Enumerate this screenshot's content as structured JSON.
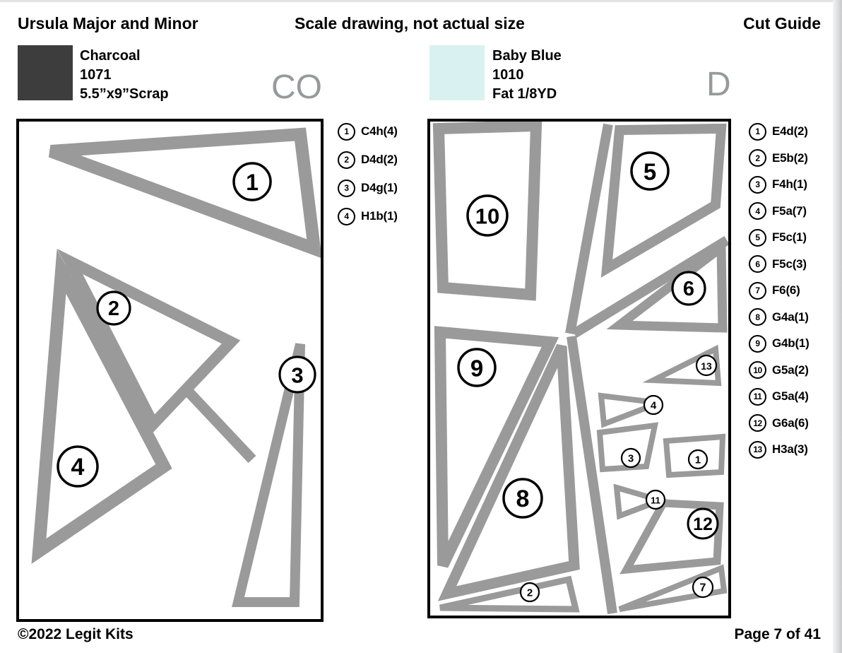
{
  "header": {
    "title": "Ursula Major and Minor",
    "subtitle": "Scale drawing, not actual size",
    "cut_guide": "Cut Guide"
  },
  "fabrics": [
    {
      "name": "Charcoal",
      "code": "1071",
      "size": "5.5”x9”Scrap",
      "section": "CO",
      "swatch_color": "#3d3d3d",
      "legend": [
        {
          "num": "1",
          "label": "C4h(4)"
        },
        {
          "num": "2",
          "label": "D4d(2)"
        },
        {
          "num": "3",
          "label": "D4g(1)"
        },
        {
          "num": "4",
          "label": "H1b(1)"
        }
      ]
    },
    {
      "name": "Baby Blue",
      "code": "1010",
      "size": "Fat 1/8YD",
      "section": "D",
      "swatch_color": "#d9f1f1",
      "legend": [
        {
          "num": "1",
          "label": "E4d(2)"
        },
        {
          "num": "2",
          "label": "E5b(2)"
        },
        {
          "num": "3",
          "label": "F4h(1)"
        },
        {
          "num": "4",
          "label": "F5a(7)"
        },
        {
          "num": "5",
          "label": "F5c(1)"
        },
        {
          "num": "6",
          "label": "F5c(3)"
        },
        {
          "num": "7",
          "label": "F6(6)"
        },
        {
          "num": "8",
          "label": "G4a(1)"
        },
        {
          "num": "9",
          "label": "G4b(1)"
        },
        {
          "num": "10",
          "label": "G5a(2)"
        },
        {
          "num": "11",
          "label": "G5a(4)"
        },
        {
          "num": "12",
          "label": "G6a(6)"
        },
        {
          "num": "13",
          "label": "H3a(3)"
        }
      ]
    }
  ],
  "diagram_pieces": {
    "co": [
      "1",
      "2",
      "3",
      "4"
    ],
    "d": [
      "10",
      "5",
      "6",
      "9",
      "13",
      "4",
      "3",
      "1",
      "8",
      "11",
      "12",
      "2",
      "7"
    ]
  },
  "colors": {
    "piece_outline": "#9a9a9a",
    "frame_border": "#000000"
  },
  "footer": {
    "copyright": "©2022 Legit Kits",
    "page": "Page 7 of 41"
  }
}
